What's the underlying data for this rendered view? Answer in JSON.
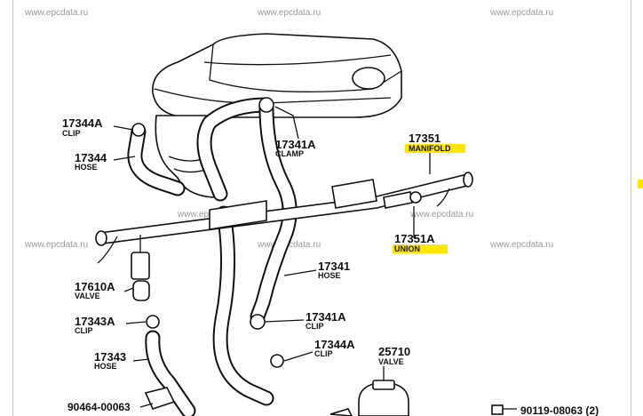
{
  "watermarks": [
    "www.epcdata.ru",
    "www.epcdata.ru",
    "www.epcdata.ru",
    "www.epcdata.ru",
    "www.epcdata.ru",
    "www.epcdata.ru",
    "www.epcdata.ru",
    "www.epcdata.ru"
  ],
  "colors": {
    "highlight": "#ffe600",
    "ink": "#111111",
    "watermark": "#9a9a9a"
  },
  "callouts": {
    "c17344A_top": {
      "number": "17344A",
      "name": "CLIP"
    },
    "c17344": {
      "number": "17344",
      "name": "HOSE"
    },
    "c17341A_top": {
      "number": "17341A",
      "name": "CLAMP"
    },
    "c17351": {
      "number": "17351",
      "name": "MANIFOLD"
    },
    "c17351A": {
      "number": "17351A",
      "name": "UNION"
    },
    "c17610A": {
      "number": "17610A",
      "name": "VALVE"
    },
    "c17343A": {
      "number": "17343A",
      "name": "CLIP"
    },
    "c17343": {
      "number": "17343",
      "name": "HOSE"
    },
    "c17341": {
      "number": "17341",
      "name": "HOSE"
    },
    "c17341A_low": {
      "number": "17341A",
      "name": "CLIP"
    },
    "c17344A_low": {
      "number": "17344A",
      "name": "CLIP"
    },
    "c25710": {
      "number": "25710",
      "name": "VALVE"
    },
    "c90464": {
      "number": "90464-00063"
    },
    "c90119": {
      "number": "90119-08063 (2)"
    }
  }
}
